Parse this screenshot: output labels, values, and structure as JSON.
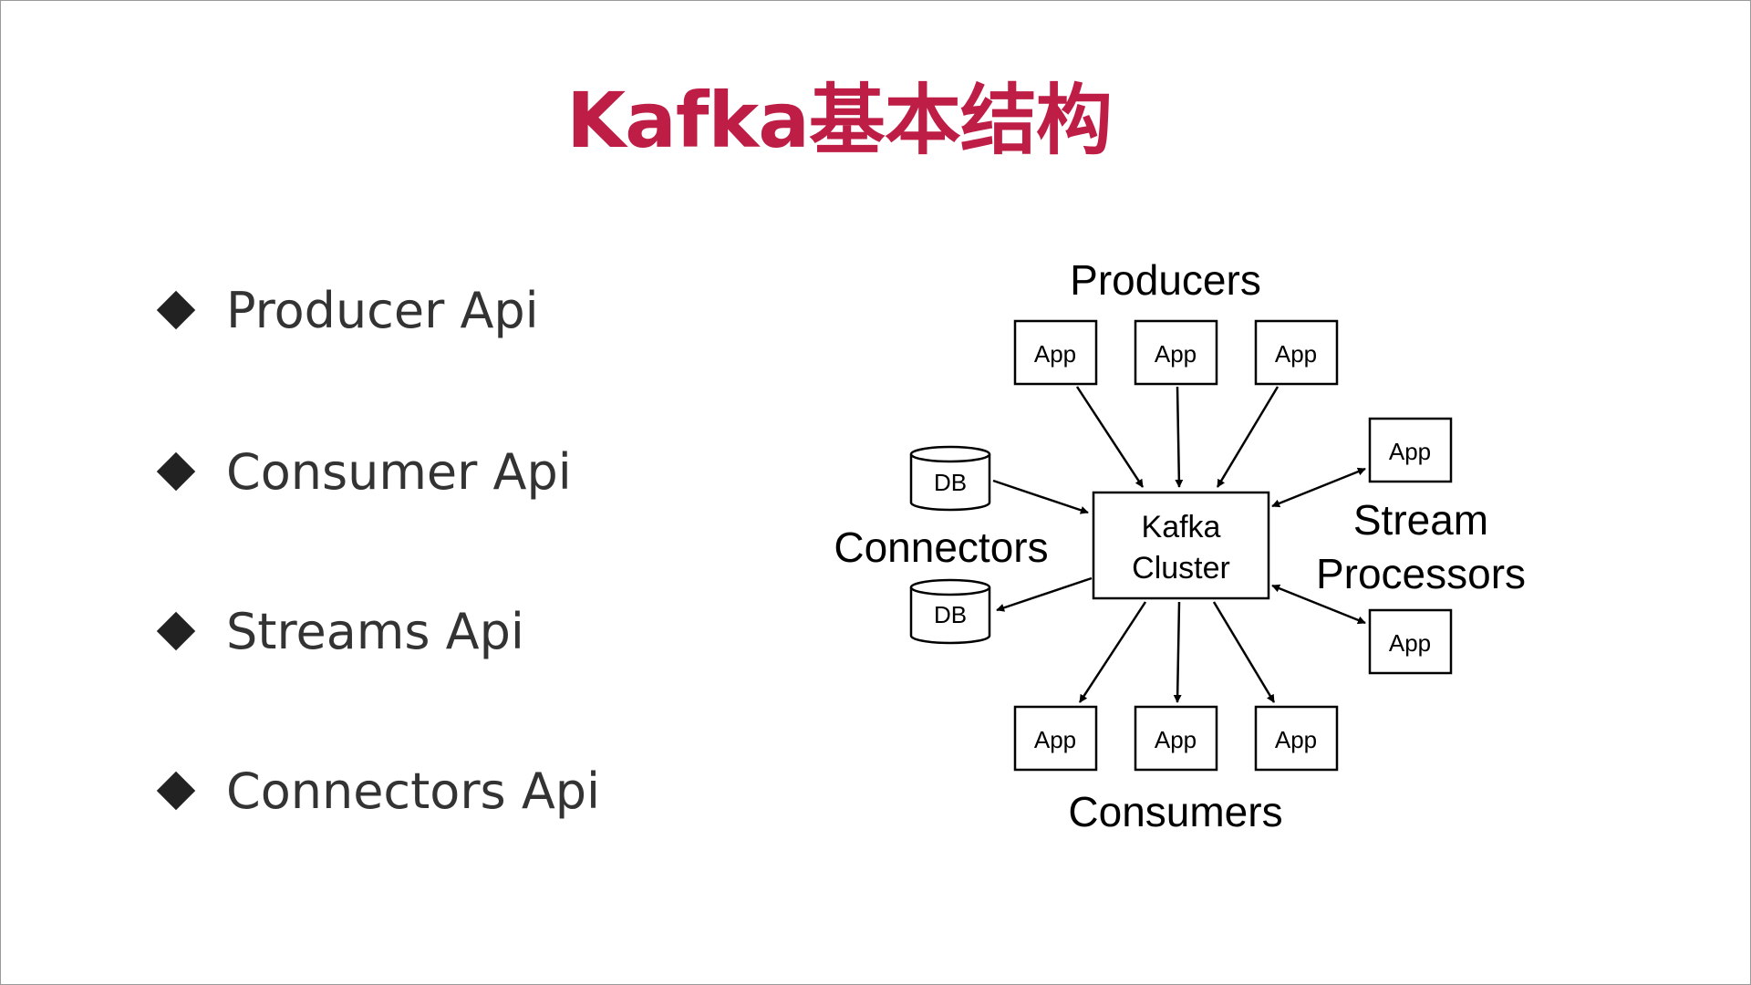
{
  "slide": {
    "title": "Kafka基本结构"
  },
  "apis": [
    {
      "label": "Producer Api"
    },
    {
      "label": "Consumer Api"
    },
    {
      "label": "Streams Api"
    },
    {
      "label": "Connectors Api"
    }
  ],
  "diagram": {
    "producers_label": "Producers",
    "consumers_label": "Consumers",
    "connectors_label": "Connectors",
    "stream_processors_label_line1": "Stream",
    "stream_processors_label_line2": "Processors",
    "cluster_label_line1": "Kafka",
    "cluster_label_line2": "Cluster",
    "app_label": "App",
    "db_label": "DB",
    "nodes": {
      "producer_apps": [
        "App",
        "App",
        "App"
      ],
      "consumer_apps": [
        "App",
        "App",
        "App"
      ],
      "stream_apps": [
        "App",
        "App"
      ],
      "dbs": [
        "DB",
        "DB"
      ]
    }
  },
  "colors": {
    "title": "#be1e45",
    "text": "#333333",
    "lines": "#000000"
  }
}
